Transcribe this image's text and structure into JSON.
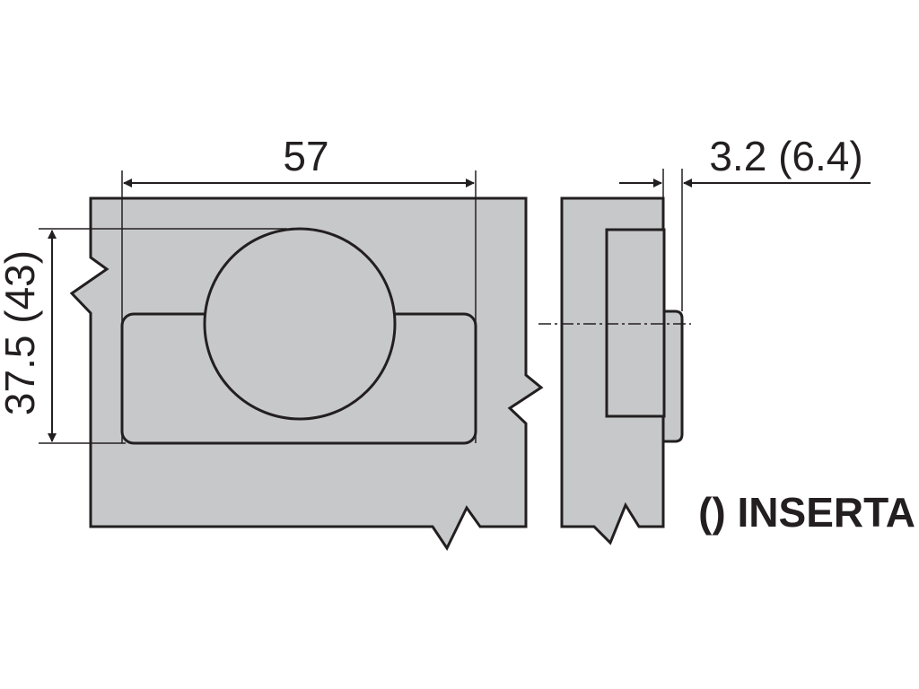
{
  "dimensions": {
    "width": "57",
    "height": "37.5 (43)",
    "depth": "3.2 (6.4)"
  },
  "legend": "() INSERTA",
  "colors": {
    "fill": "#c7c8ca",
    "stroke": "#231f20",
    "background": "#ffffff"
  }
}
